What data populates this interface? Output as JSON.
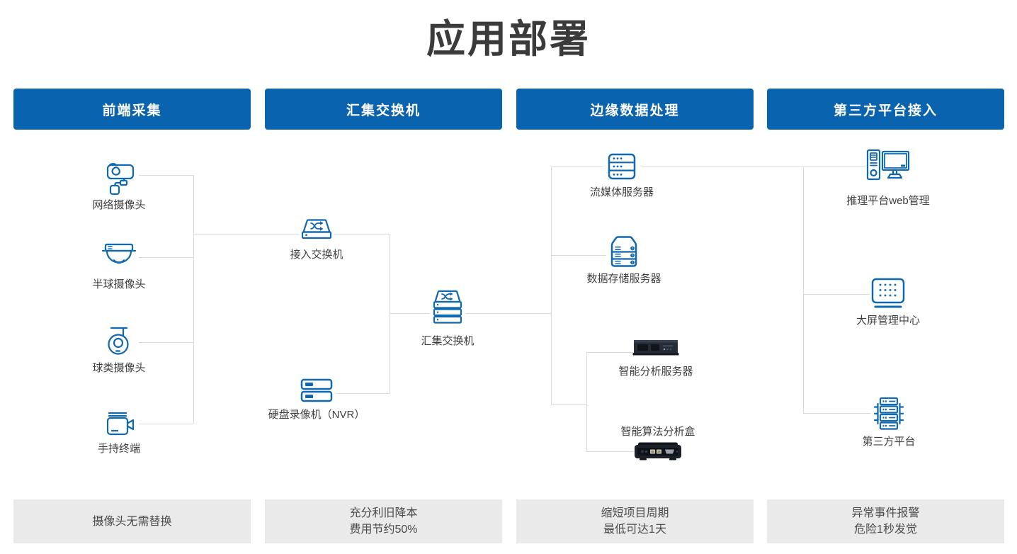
{
  "title": "应用部署",
  "colors": {
    "header_blue": "#0a63ae",
    "icon_blue": "#1268ae",
    "line_gray": "#d9d9d9",
    "card_bg": "#eaeaea",
    "title_text": "#3b3b3b",
    "label_text": "#3f3f3f",
    "card_text": "#4b4b4b"
  },
  "columns": [
    {
      "header": "前端采集",
      "footer_lines": [
        "摄像头无需替换"
      ]
    },
    {
      "header": "汇集交换机",
      "footer_lines": [
        "充分利旧降本",
        "费用节约50%"
      ]
    },
    {
      "header": "边缘数据处理",
      "footer_lines": [
        "缩短项目周期",
        "最低可达1天"
      ]
    },
    {
      "header": "第三方平台接入",
      "footer_lines": [
        "异常事件报警",
        "危险1秒发觉"
      ]
    }
  ],
  "nodes": {
    "net_camera": {
      "label": "网络摄像头"
    },
    "dome_camera": {
      "label": "半球摄像头"
    },
    "ball_camera": {
      "label": "球类摄像头"
    },
    "handheld": {
      "label": "手持终端"
    },
    "access_switch": {
      "label": "接入交换机"
    },
    "nvr": {
      "label": "硬盘录像机（NVR）"
    },
    "agg_switch": {
      "label": "汇集交换机"
    },
    "stream_server": {
      "label": "流媒体服务器"
    },
    "storage_server": {
      "label": "数据存储服务器"
    },
    "analysis_server": {
      "label": "智能分析服务器"
    },
    "analysis_box": {
      "label": "智能算法分析盒"
    },
    "web_mgmt": {
      "label": "推理平台web管理"
    },
    "screen_center": {
      "label": "大屏管理中心"
    },
    "third_party": {
      "label": "第三方平台"
    }
  }
}
